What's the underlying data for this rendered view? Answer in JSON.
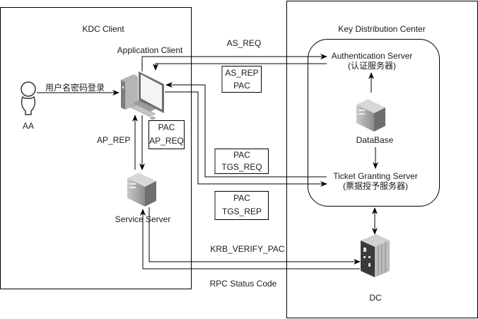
{
  "kdc_client": {
    "title": "KDC Client",
    "user": {
      "label": "AA"
    },
    "login_label": "用户名密码登录",
    "application_client": {
      "label": "Application Client"
    },
    "service_server": {
      "label": "Service Server"
    },
    "ap_rep_label": "AP_REP",
    "ap_req_box": {
      "line1": "PAC",
      "line2": "AP_REQ"
    }
  },
  "kdc": {
    "title": "Key Distribution Center",
    "authentication_server": {
      "line1": "Authentication Server",
      "line2": "(认证服务器)"
    },
    "database": {
      "label": "DataBase"
    },
    "ticket_granting_server": {
      "line1": "Ticket Granting Server",
      "line2": "(票据授予服务器)"
    },
    "dc": {
      "label": "DC"
    }
  },
  "messages": {
    "as_req": "AS_REQ",
    "as_rep_box": {
      "line1": "AS_REP",
      "line2": "PAC"
    },
    "tgs_req_box": {
      "line1": "PAC",
      "line2": "TGS_REQ"
    },
    "tgs_rep_box": {
      "line1": "PAC",
      "line2": "TGS_REP"
    },
    "krb_verify_pac": "KRB_VERIFY_PAC",
    "rpc_status_code": "RPC Status Code"
  }
}
